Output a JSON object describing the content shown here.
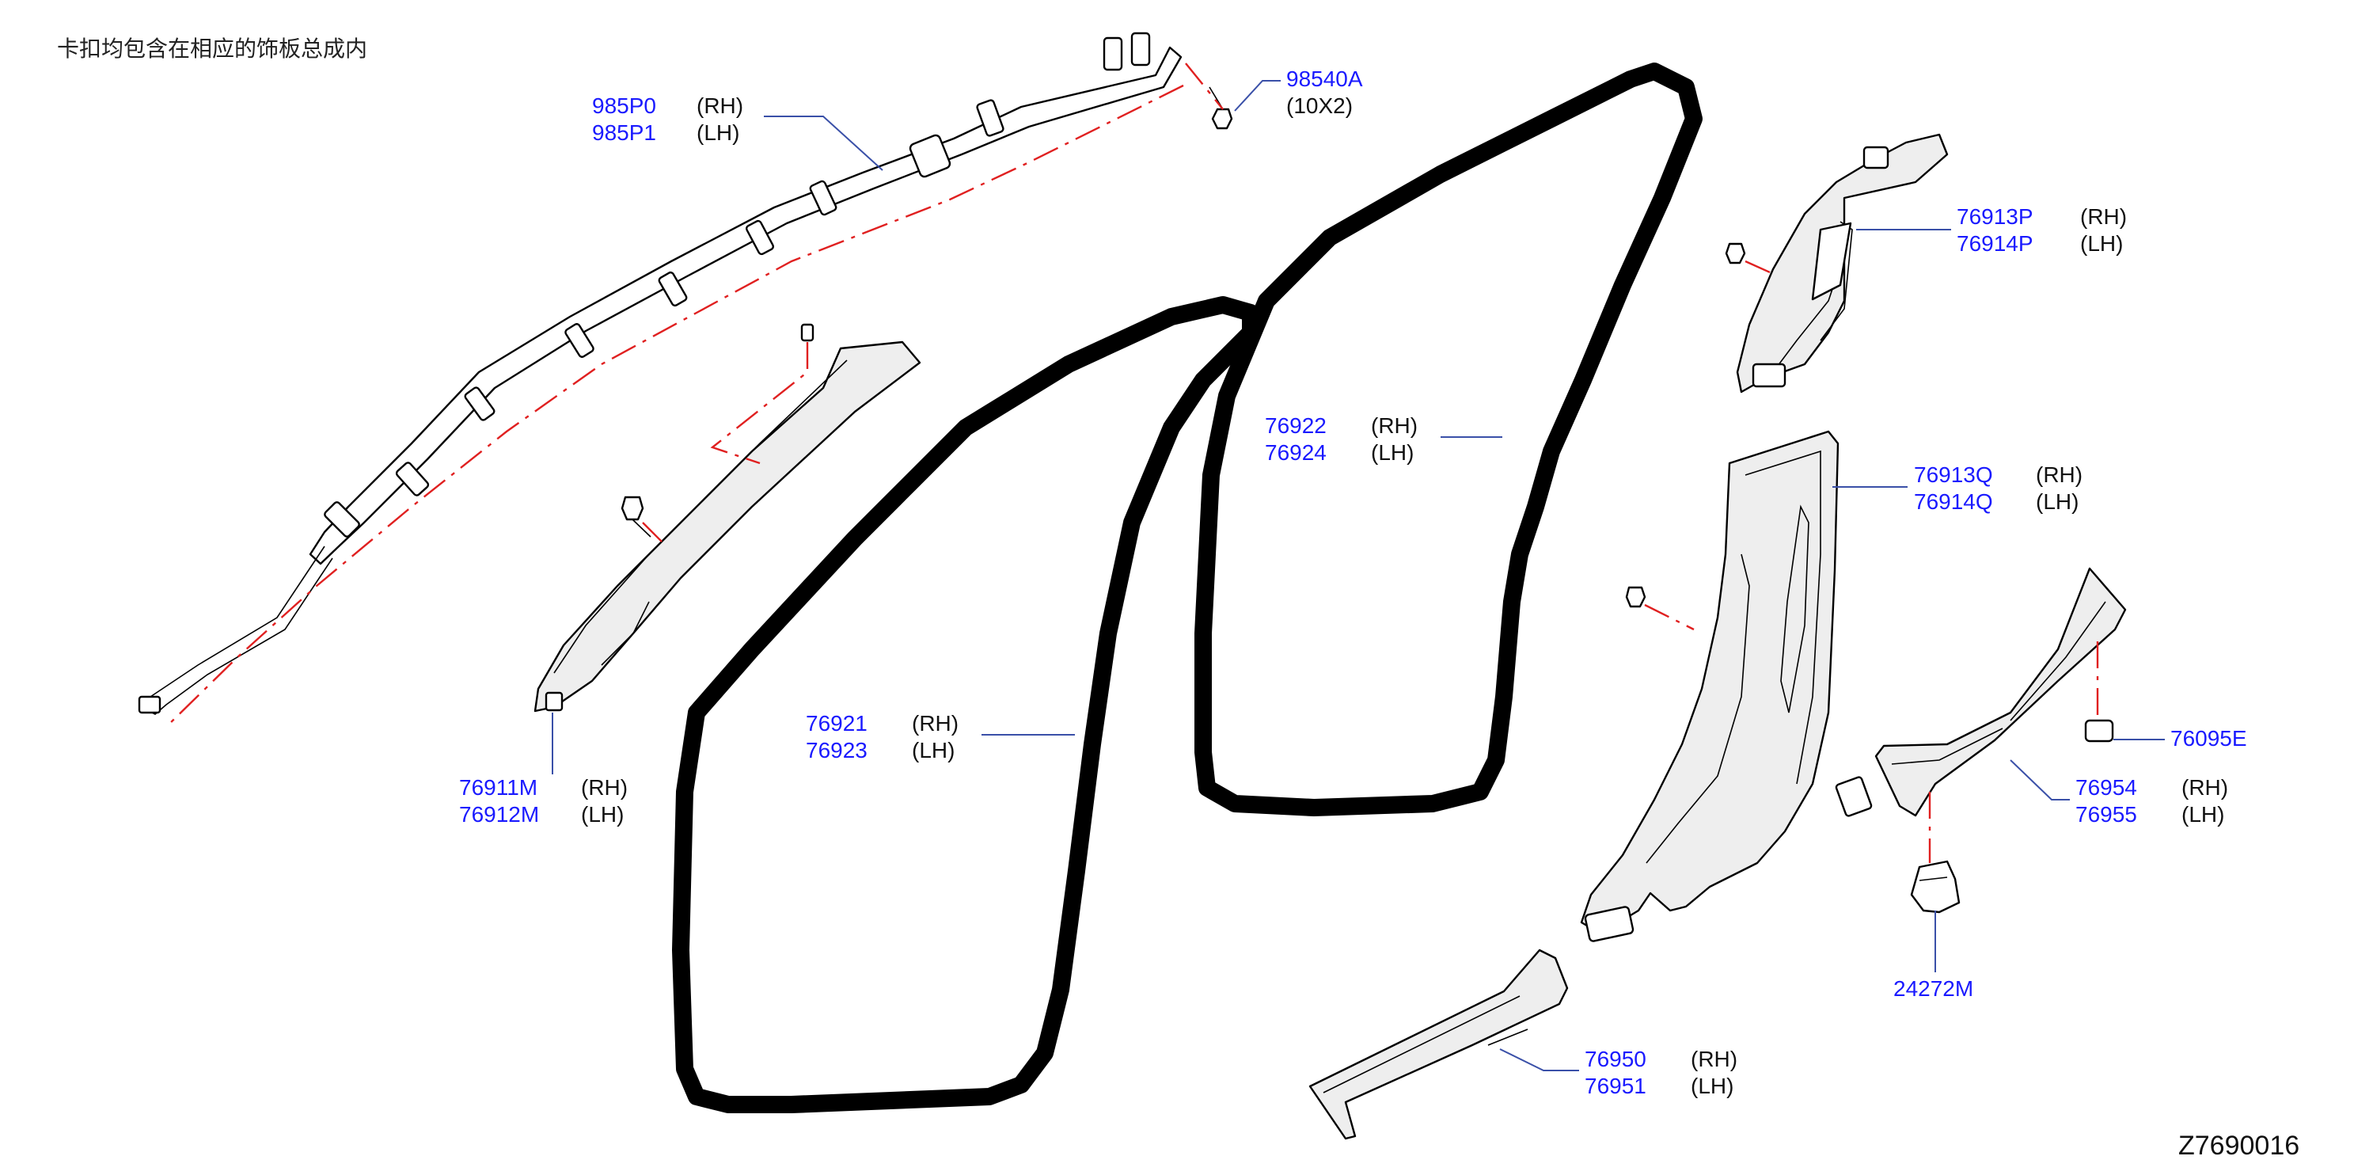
{
  "header_note": "卡扣均包含在相应的饰板总成内",
  "diagram_code": "Z7690016",
  "side_labels": {
    "rh": "(RH)",
    "lh": "(LH)"
  },
  "callouts": {
    "curtain_airbag": {
      "rh": "985P0",
      "lh": "985P1"
    },
    "bolt": {
      "part": "98540A",
      "qty": "(10X2)"
    },
    "front_pillar_trim": {
      "rh": "76911M",
      "lh": "76912M"
    },
    "front_door_weatherstrip": {
      "rh": "76921",
      "lh": "76923"
    },
    "rear_door_weatherstrip": {
      "rh": "76922",
      "lh": "76924"
    },
    "rear_pillar_upper_trim": {
      "rh": "76913P",
      "lh": "76914P"
    },
    "center_pillar_lower_trim": {
      "rh": "76913Q",
      "lh": "76914Q"
    },
    "clip": {
      "part": "76095E"
    },
    "rear_kicking_plate": {
      "rh": "76954",
      "lh": "76955"
    },
    "fastener": {
      "part": "24272M"
    },
    "front_kicking_plate": {
      "rh": "76950",
      "lh": "76951"
    }
  }
}
